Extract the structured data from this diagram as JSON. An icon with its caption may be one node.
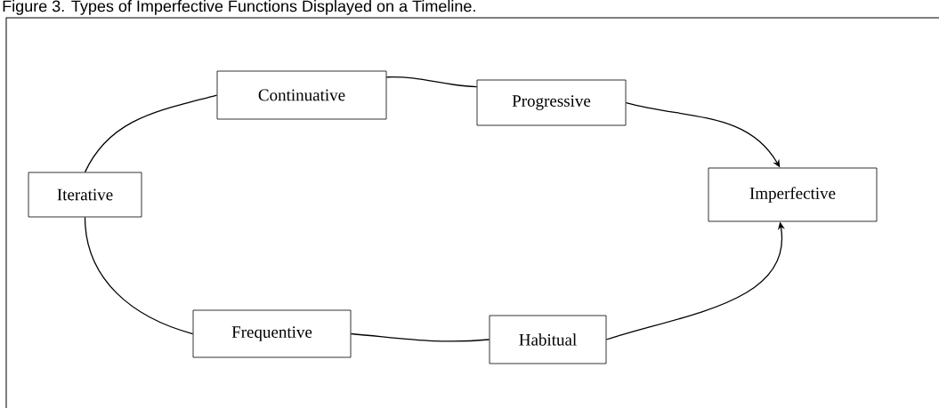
{
  "diagram": {
    "title": "Figure 3. Types of Imperfective Functions Displayed on a Timeline.",
    "nodes": [
      {
        "text": [
          "Continuative"
        ]
      },
      {
        "text": [
          "Progressive"
        ]
      },
      {
        "text": [
          "Iterative"
        ]
      },
      {
        "text": [
          "Imperfective"
        ]
      },
      {
        "text": [
          "Frequentive"
        ]
      },
      {
        "text": [
          "Habitual"
        ]
      }
    ],
    "edges": [
      {
        "from": 2,
        "to": 0,
        "arrow": "none"
      },
      {
        "from": 0,
        "to": 1,
        "arrow": "none"
      },
      {
        "from": 1,
        "to": 3,
        "arrow": "to"
      },
      {
        "from": 2,
        "to": 4,
        "arrow": "none"
      },
      {
        "from": 4,
        "to": 5,
        "arrow": "none"
      },
      {
        "from": 5,
        "to": 3,
        "arrow": "to"
      }
    ]
  }
}
